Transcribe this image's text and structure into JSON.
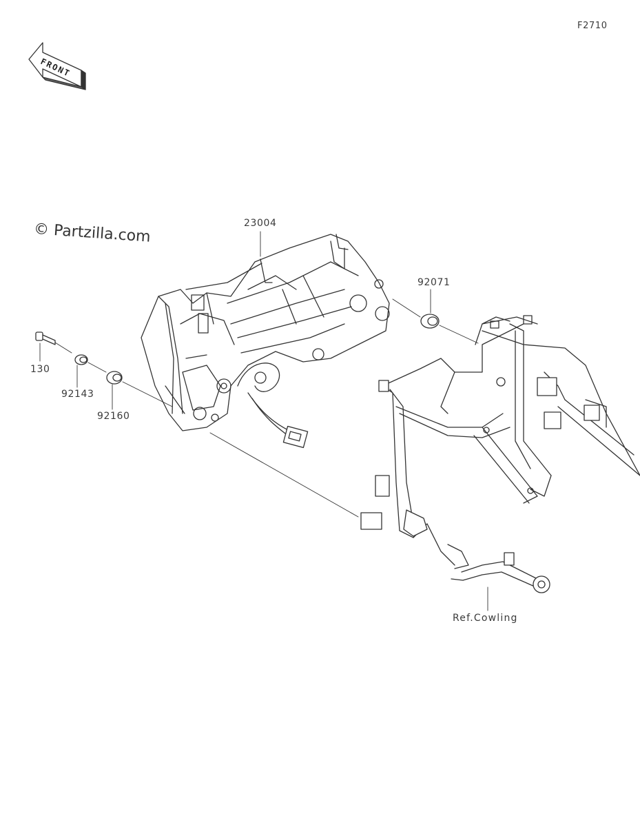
{
  "diagram_code": "F2710",
  "front_arrow_text": "FRONT",
  "watermark": "© Partzilla.com",
  "parts": [
    {
      "number": "23004"
    },
    {
      "number": "92071"
    },
    {
      "number": "130"
    },
    {
      "number": "92143"
    },
    {
      "number": "92160"
    }
  ],
  "reference_label": "Ref.Cowling",
  "line_color": "#333333"
}
